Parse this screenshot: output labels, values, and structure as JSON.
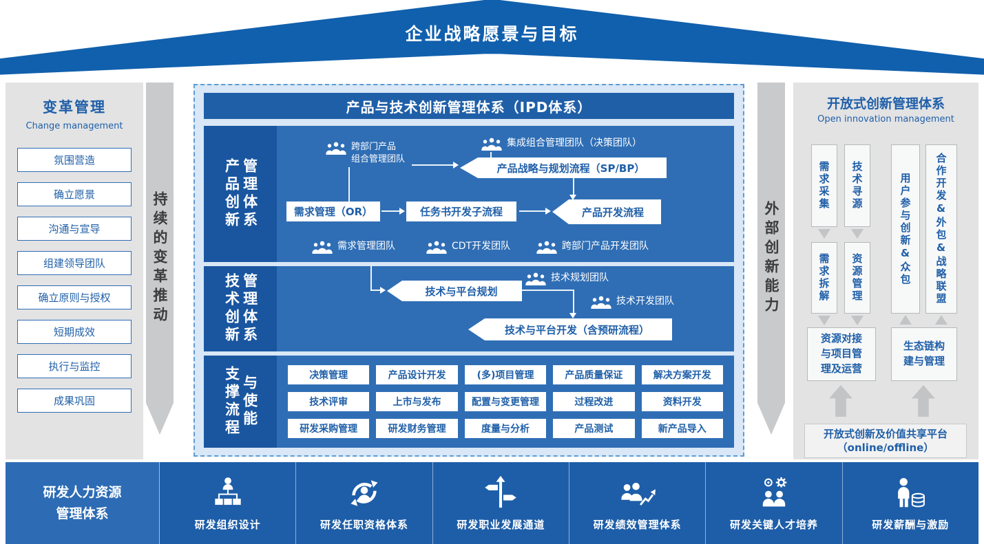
{
  "palette": {
    "brand_blue": "#1f5fa8",
    "medium_blue": "#2f6eb5",
    "deep_blue": "#1a56a0",
    "light_blue_bg": "#d9e7f6",
    "panel_gray": "#e3e3e4",
    "arrow_gray": "#c9cacb"
  },
  "roof": {
    "title": "企业战略愿景与目标"
  },
  "change": {
    "title": "变革管理",
    "subtitle": "Change management",
    "items": [
      "氛围营造",
      "确立愿景",
      "沟通与宣导",
      "组建领导团队",
      "确立原则与授权",
      "短期成效",
      "执行与监控",
      "成果巩固"
    ]
  },
  "drivers": {
    "left": "持续的变革推动",
    "right": "外部创新能力"
  },
  "ipd": {
    "title": "产品与技术创新管理体系（IPD体系）",
    "product": {
      "label_left": "产品创新",
      "label_right": "管理体系",
      "portfolio_team": "跨部门产品\n组合管理团队",
      "ipmt_team": "集成组合管理团队（决策团队）",
      "sp_bp": "产品战略与规划流程（SP/BP）",
      "or_box": "需求管理（OR）",
      "charter_box": "任务书开发子流程",
      "pdp_box": "产品开发流程",
      "rmt_team": "需求管理团队",
      "cdt_team": "CDT开发团队",
      "pdt_team": "跨部门产品开发团队"
    },
    "tech": {
      "label_left": "技术创新",
      "label_right": "管理体系",
      "plan_box": "技术与平台规划",
      "tpt_team": "技术规划团队",
      "tdt_team": "技术开发团队",
      "dev_box": "技术与平台开发（含预研流程）"
    },
    "support": {
      "label_left": "支撑流程",
      "label_right": "与使能",
      "rows": [
        [
          "决策管理",
          "产品设计开发",
          "(多)项目管理",
          "产品质量保证",
          "解决方案开发"
        ],
        [
          "技术评审",
          "上市与发布",
          "配置与变更管理",
          "过程改进",
          "资料开发"
        ],
        [
          "研发采购管理",
          "研发财务管理",
          "度量与分析",
          "产品测试",
          "新产品导入"
        ]
      ]
    }
  },
  "open": {
    "title": "开放式创新管理体系",
    "subtitle": "Open innovation management",
    "demand_collect": "需求采集",
    "tech_sourcing": "技术寻源",
    "demand_decompose": "需求拆解",
    "resource_mgmt": "资源管理",
    "resource_ops": "资源对接与项目管理及运营",
    "user_innovation": "用户参与创新&众包",
    "cooperation": "合作开发&外包&战略联盟",
    "ecosystem": "生态链构建与管理",
    "platform_line1": "开放式创新及价值共享平台",
    "platform_line2": "（online/offline）"
  },
  "hr": {
    "title_line1": "研发人力资源",
    "title_line2": "管理体系",
    "items": [
      {
        "label": "研发组织设计",
        "icon": "org-design-icon"
      },
      {
        "label": "研发任职资格体系",
        "icon": "qualification-icon"
      },
      {
        "label": "研发职业发展通道",
        "icon": "career-path-icon"
      },
      {
        "label": "研发绩效管理体系",
        "icon": "performance-icon"
      },
      {
        "label": "研发关键人才培养",
        "icon": "talent-icon"
      },
      {
        "label": "研发薪酬与激励",
        "icon": "compensation-icon"
      }
    ]
  }
}
